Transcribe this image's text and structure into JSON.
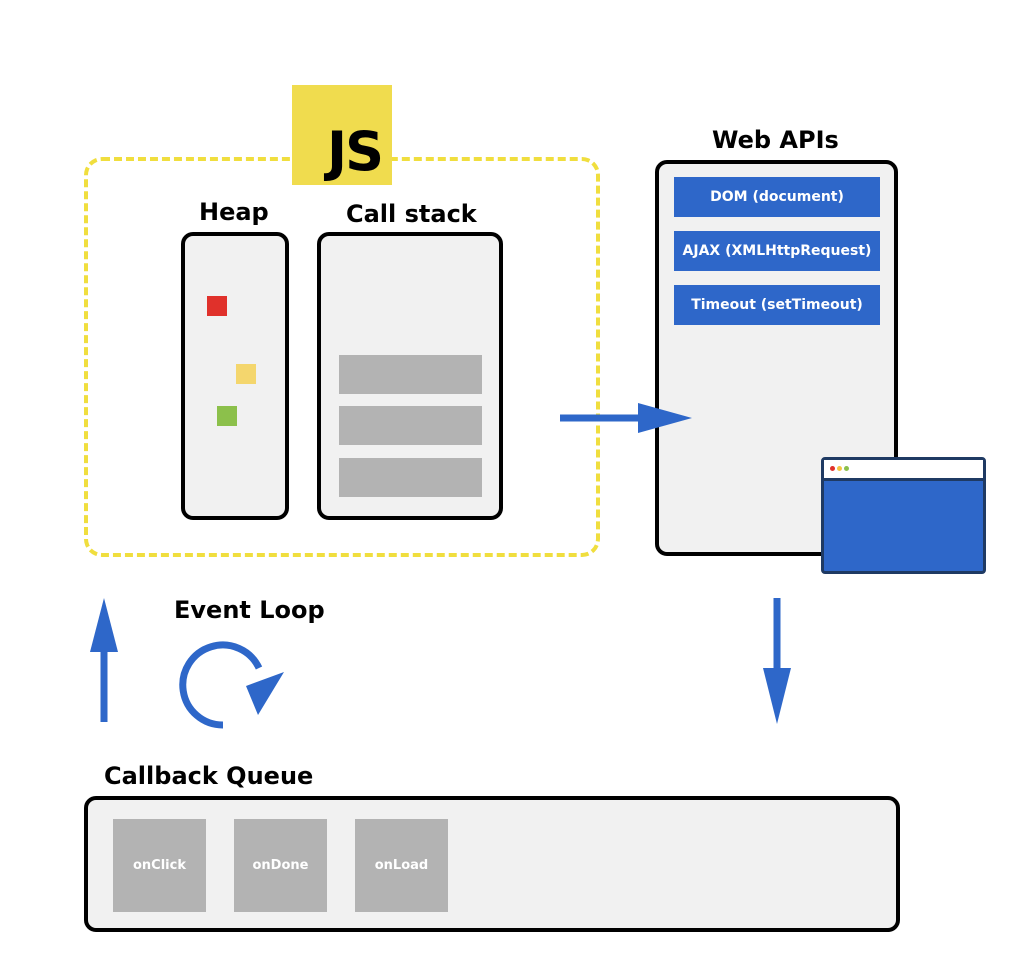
{
  "js_logo": "JS",
  "heap": {
    "label": "Heap",
    "colors": [
      "#e0312b",
      "#f4d66d",
      "#8cc04b"
    ]
  },
  "call_stack": {
    "label": "Call stack",
    "frame_count": 3
  },
  "web_apis": {
    "label": "Web APIs",
    "items": [
      "DOM (document)",
      "AJAX (XMLHttpRequest)",
      "Timeout (setTimeout)"
    ]
  },
  "event_loop": {
    "label": "Event Loop"
  },
  "callback_queue": {
    "label": "Callback Queue",
    "items": [
      "onClick",
      "onDone",
      "onLoad"
    ]
  },
  "colors": {
    "accent_blue": "#2e67c9",
    "js_yellow": "#f0dc4e",
    "frame_gray": "#b3b3b3"
  }
}
